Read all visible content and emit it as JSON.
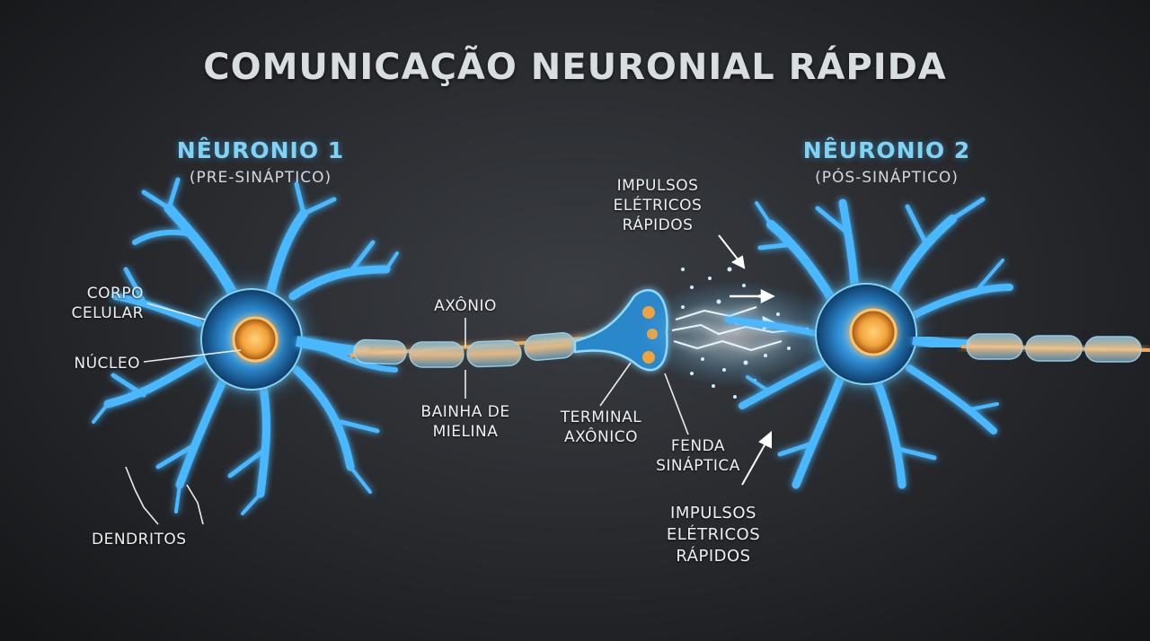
{
  "title": "COMUNICAÇÃO NEURONIAL RÁPIDA",
  "neuron1": {
    "name": "NÊURONIO 1",
    "subtitle": "(PRE-SINÁPTICO)"
  },
  "neuron2": {
    "name": "NÊURONIO 2",
    "subtitle": "(PÓS-SINÁPTICO)"
  },
  "labels": {
    "cell_body": [
      "CORPO",
      "CELULAR"
    ],
    "nucleus": "NÚCLEO",
    "dendrites": "DENDRITOS",
    "axon": "AXÔNIO",
    "myelin": [
      "BAINHA DE",
      "MIELINA"
    ],
    "axon_terminal": [
      "TERMINAL",
      "AXÔNICO"
    ],
    "synaptic_cleft": [
      "FENDA",
      "SINÁPTICA"
    ],
    "impulses_top": [
      "IMPULSOS",
      "ELÉTRICOS",
      "RÁPIDOS"
    ],
    "impulses_bottom": [
      "IMPULSOS",
      "ELÉTRICOS",
      "RÁPIDOS"
    ]
  },
  "colors": {
    "neuron_glow": "#3fb4ff",
    "nucleus": "#f2a23a",
    "myelin": "#d9b48a",
    "title": "#d8dde1",
    "heading": "#7fd3f5"
  }
}
